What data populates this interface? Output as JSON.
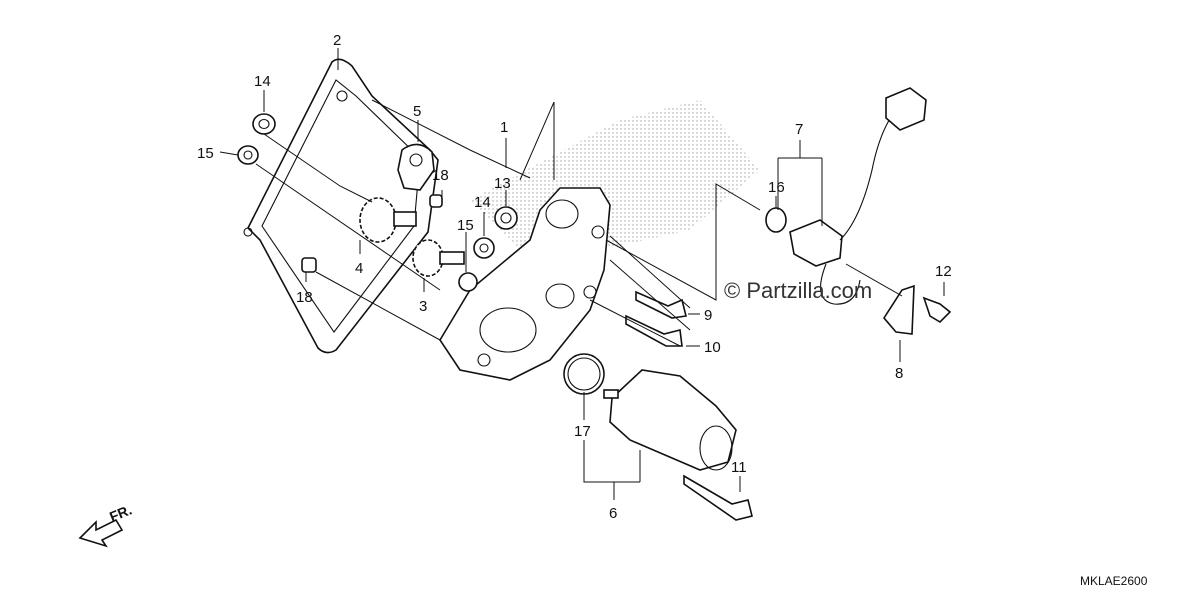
{
  "diagram": {
    "watermark": "© Partzilla.com",
    "diagram_code": "MKLAE2600",
    "direction_label": "FR.",
    "callouts": [
      {
        "num": "1"
      },
      {
        "num": "2"
      },
      {
        "num": "3"
      },
      {
        "num": "4"
      },
      {
        "num": "5"
      },
      {
        "num": "6"
      },
      {
        "num": "7"
      },
      {
        "num": "8"
      },
      {
        "num": "9"
      },
      {
        "num": "10"
      },
      {
        "num": "11"
      },
      {
        "num": "12"
      },
      {
        "num": "13"
      },
      {
        "num": "14"
      },
      {
        "num": "14"
      },
      {
        "num": "15"
      },
      {
        "num": "15"
      },
      {
        "num": "16"
      },
      {
        "num": "17"
      },
      {
        "num": "18"
      },
      {
        "num": "18"
      }
    ]
  }
}
